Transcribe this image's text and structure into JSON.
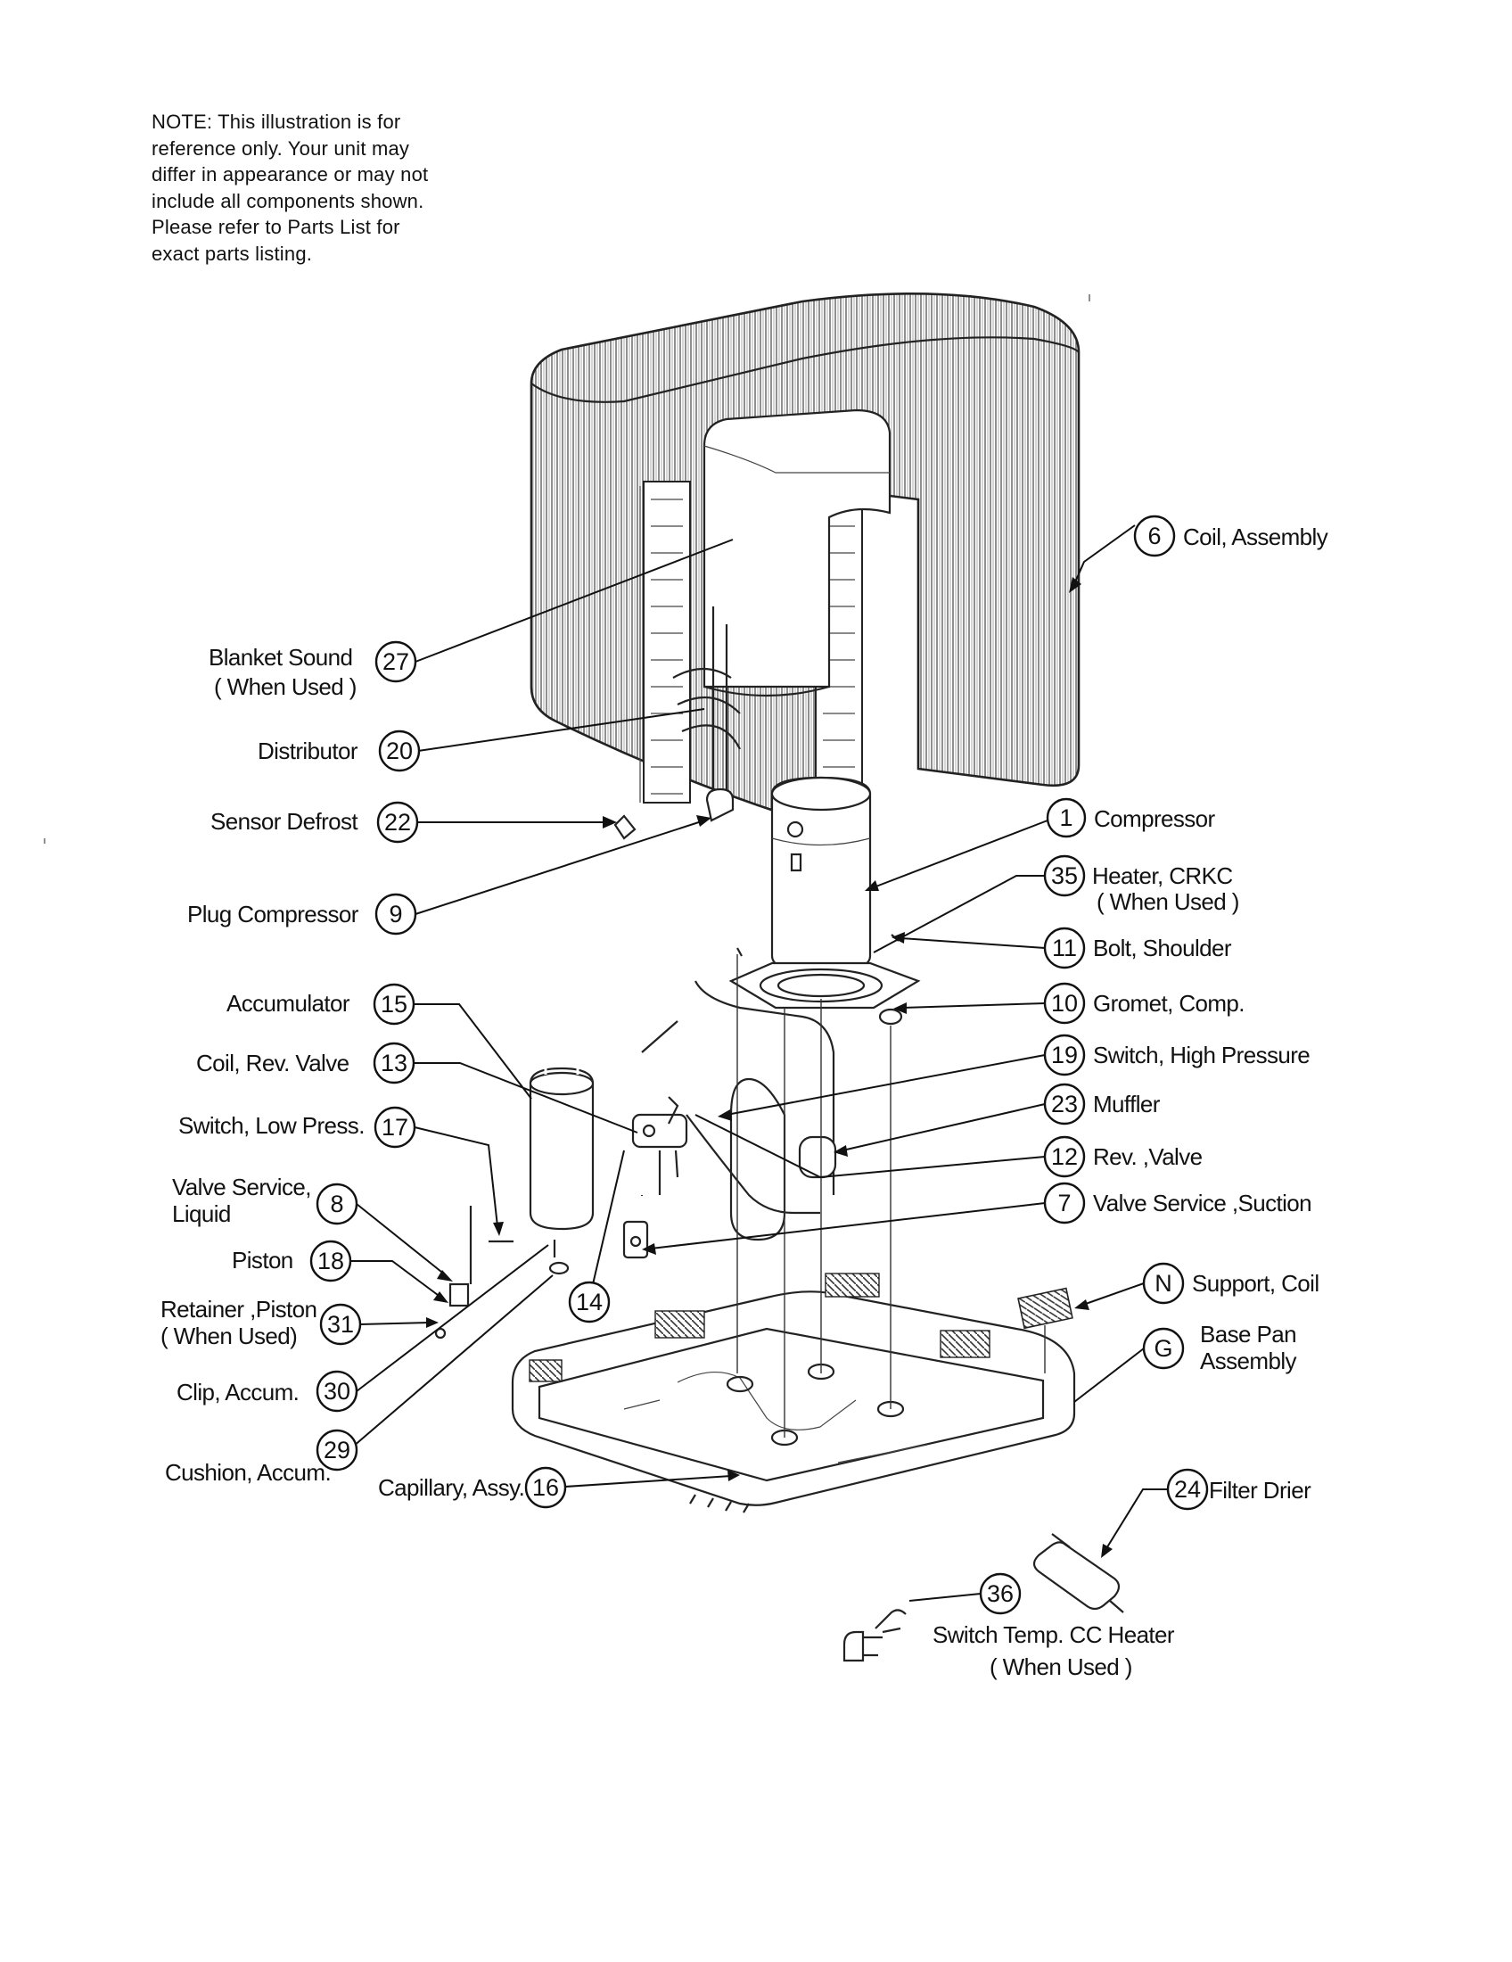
{
  "note": {
    "lines": [
      "NOTE: This illustration is for",
      "reference only.  Your unit may",
      "differ in appearance or may not",
      "include all components shown.",
      "Please refer to Parts List for",
      "exact parts listing."
    ]
  },
  "callouts": [
    {
      "id": "c6",
      "number": "6",
      "label": "Coil, Assembly"
    },
    {
      "id": "c27",
      "number": "27",
      "label": "Blanket Sound",
      "label2": "( When Used )"
    },
    {
      "id": "c20",
      "number": "20",
      "label": "Distributor"
    },
    {
      "id": "c22",
      "number": "22",
      "label": "Sensor Defrost"
    },
    {
      "id": "c9",
      "number": "9",
      "label": "Plug Compressor"
    },
    {
      "id": "c1",
      "number": "1",
      "label": "Compressor"
    },
    {
      "id": "c35",
      "number": "35",
      "label": "Heater, CRKC",
      "label2": "( When Used )"
    },
    {
      "id": "c11",
      "number": "11",
      "label": "Bolt, Shoulder"
    },
    {
      "id": "c10",
      "number": "10",
      "label": "Gromet, Comp."
    },
    {
      "id": "c15",
      "number": "15",
      "label": "Accumulator"
    },
    {
      "id": "c13",
      "number": "13",
      "label": "Coil, Rev. Valve"
    },
    {
      "id": "c19",
      "number": "19",
      "label": "Switch, High Pressure"
    },
    {
      "id": "c23",
      "number": "23",
      "label": "Muffler"
    },
    {
      "id": "c17",
      "number": "17",
      "label": "Switch, Low Press."
    },
    {
      "id": "c12",
      "number": "12",
      "label": "Rev. ,Valve"
    },
    {
      "id": "c8",
      "number": "8",
      "label": "Valve Service,",
      "label2": "Liquid"
    },
    {
      "id": "c7",
      "number": "7",
      "label": "Valve Service ,Suction"
    },
    {
      "id": "c18",
      "number": "18",
      "label": "Piston"
    },
    {
      "id": "c14",
      "number": "14",
      "label": ""
    },
    {
      "id": "cN",
      "number": "N",
      "label": "Support, Coil"
    },
    {
      "id": "c31",
      "number": "31",
      "label": "Retainer ,Piston",
      "label2": "( When Used)"
    },
    {
      "id": "cG",
      "number": "G",
      "label": "Base Pan",
      "label2": "Assembly"
    },
    {
      "id": "c30",
      "number": "30",
      "label": "Clip, Accum."
    },
    {
      "id": "c29",
      "number": "29",
      "label": "Cushion, Accum."
    },
    {
      "id": "c16",
      "number": "16",
      "label": "Capillary, Assy."
    },
    {
      "id": "c24",
      "number": "24",
      "label": "Filter Drier"
    },
    {
      "id": "c36",
      "number": "36",
      "label": "Switch Temp. CC Heater",
      "label2": "( When Used )"
    }
  ]
}
